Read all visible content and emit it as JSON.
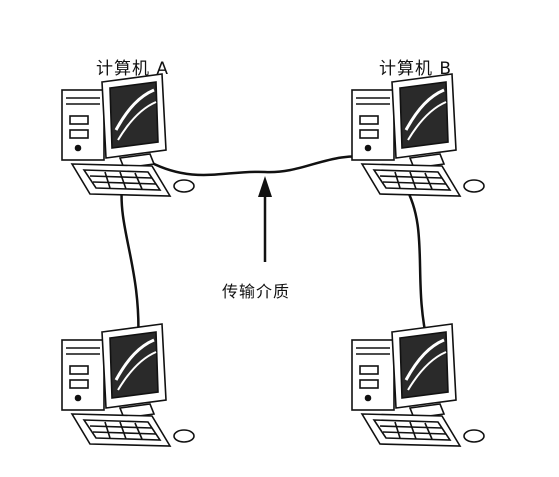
{
  "labels": {
    "computer_a": "计算机 A",
    "computer_b": "计算机 B",
    "medium": "传输介质"
  },
  "icons": [
    "computer-icon",
    "arrow-up-icon"
  ],
  "colors": {
    "line": "#111111",
    "screen_fill": "#2a2a2a",
    "background": "#ffffff"
  }
}
